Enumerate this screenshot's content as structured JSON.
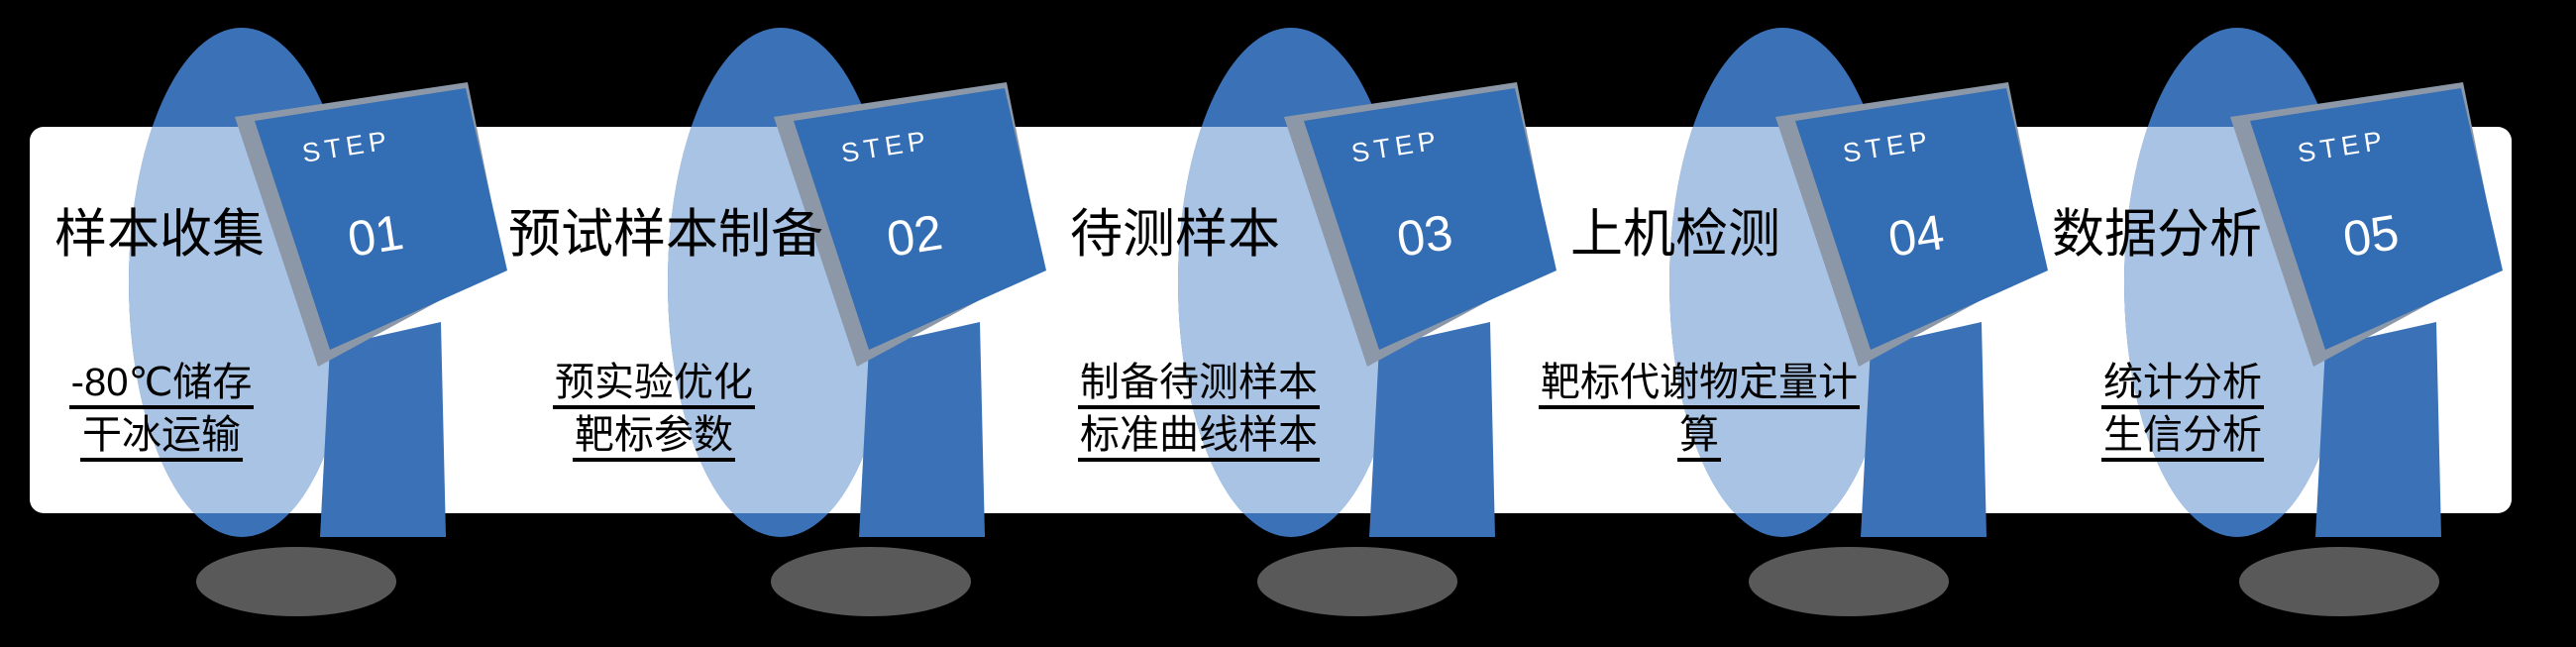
{
  "diagram": {
    "steps": [
      {
        "badge": "STEP",
        "number": "01",
        "title": "样本收集",
        "desc_lines": [
          "-80℃储存",
          "干冰运输"
        ]
      },
      {
        "badge": "STEP",
        "number": "02",
        "title": "预试样本制备",
        "desc_lines": [
          "预实验优化",
          "靶标参数"
        ]
      },
      {
        "badge": "STEP",
        "number": "03",
        "title": "待测样本",
        "desc_lines": [
          "制备待测样本",
          "标准曲线样本"
        ]
      },
      {
        "badge": "STEP",
        "number": "04",
        "title": "上机检测",
        "desc_lines": [
          "靶标代谢物定量计",
          "算"
        ]
      },
      {
        "badge": "STEP",
        "number": "05",
        "title": "数据分析",
        "desc_lines": [
          "统计分析",
          "生信分析"
        ]
      }
    ],
    "colors": {
      "background": "#000000",
      "band": "#ffffff",
      "oval": "#3b72b7",
      "oval_light": "#a9c3e4",
      "flag": "#336db4",
      "flag_edge": "#8c98a7",
      "shadow": "#595959",
      "text": "#000000",
      "flag_text": "#ffffff"
    }
  }
}
